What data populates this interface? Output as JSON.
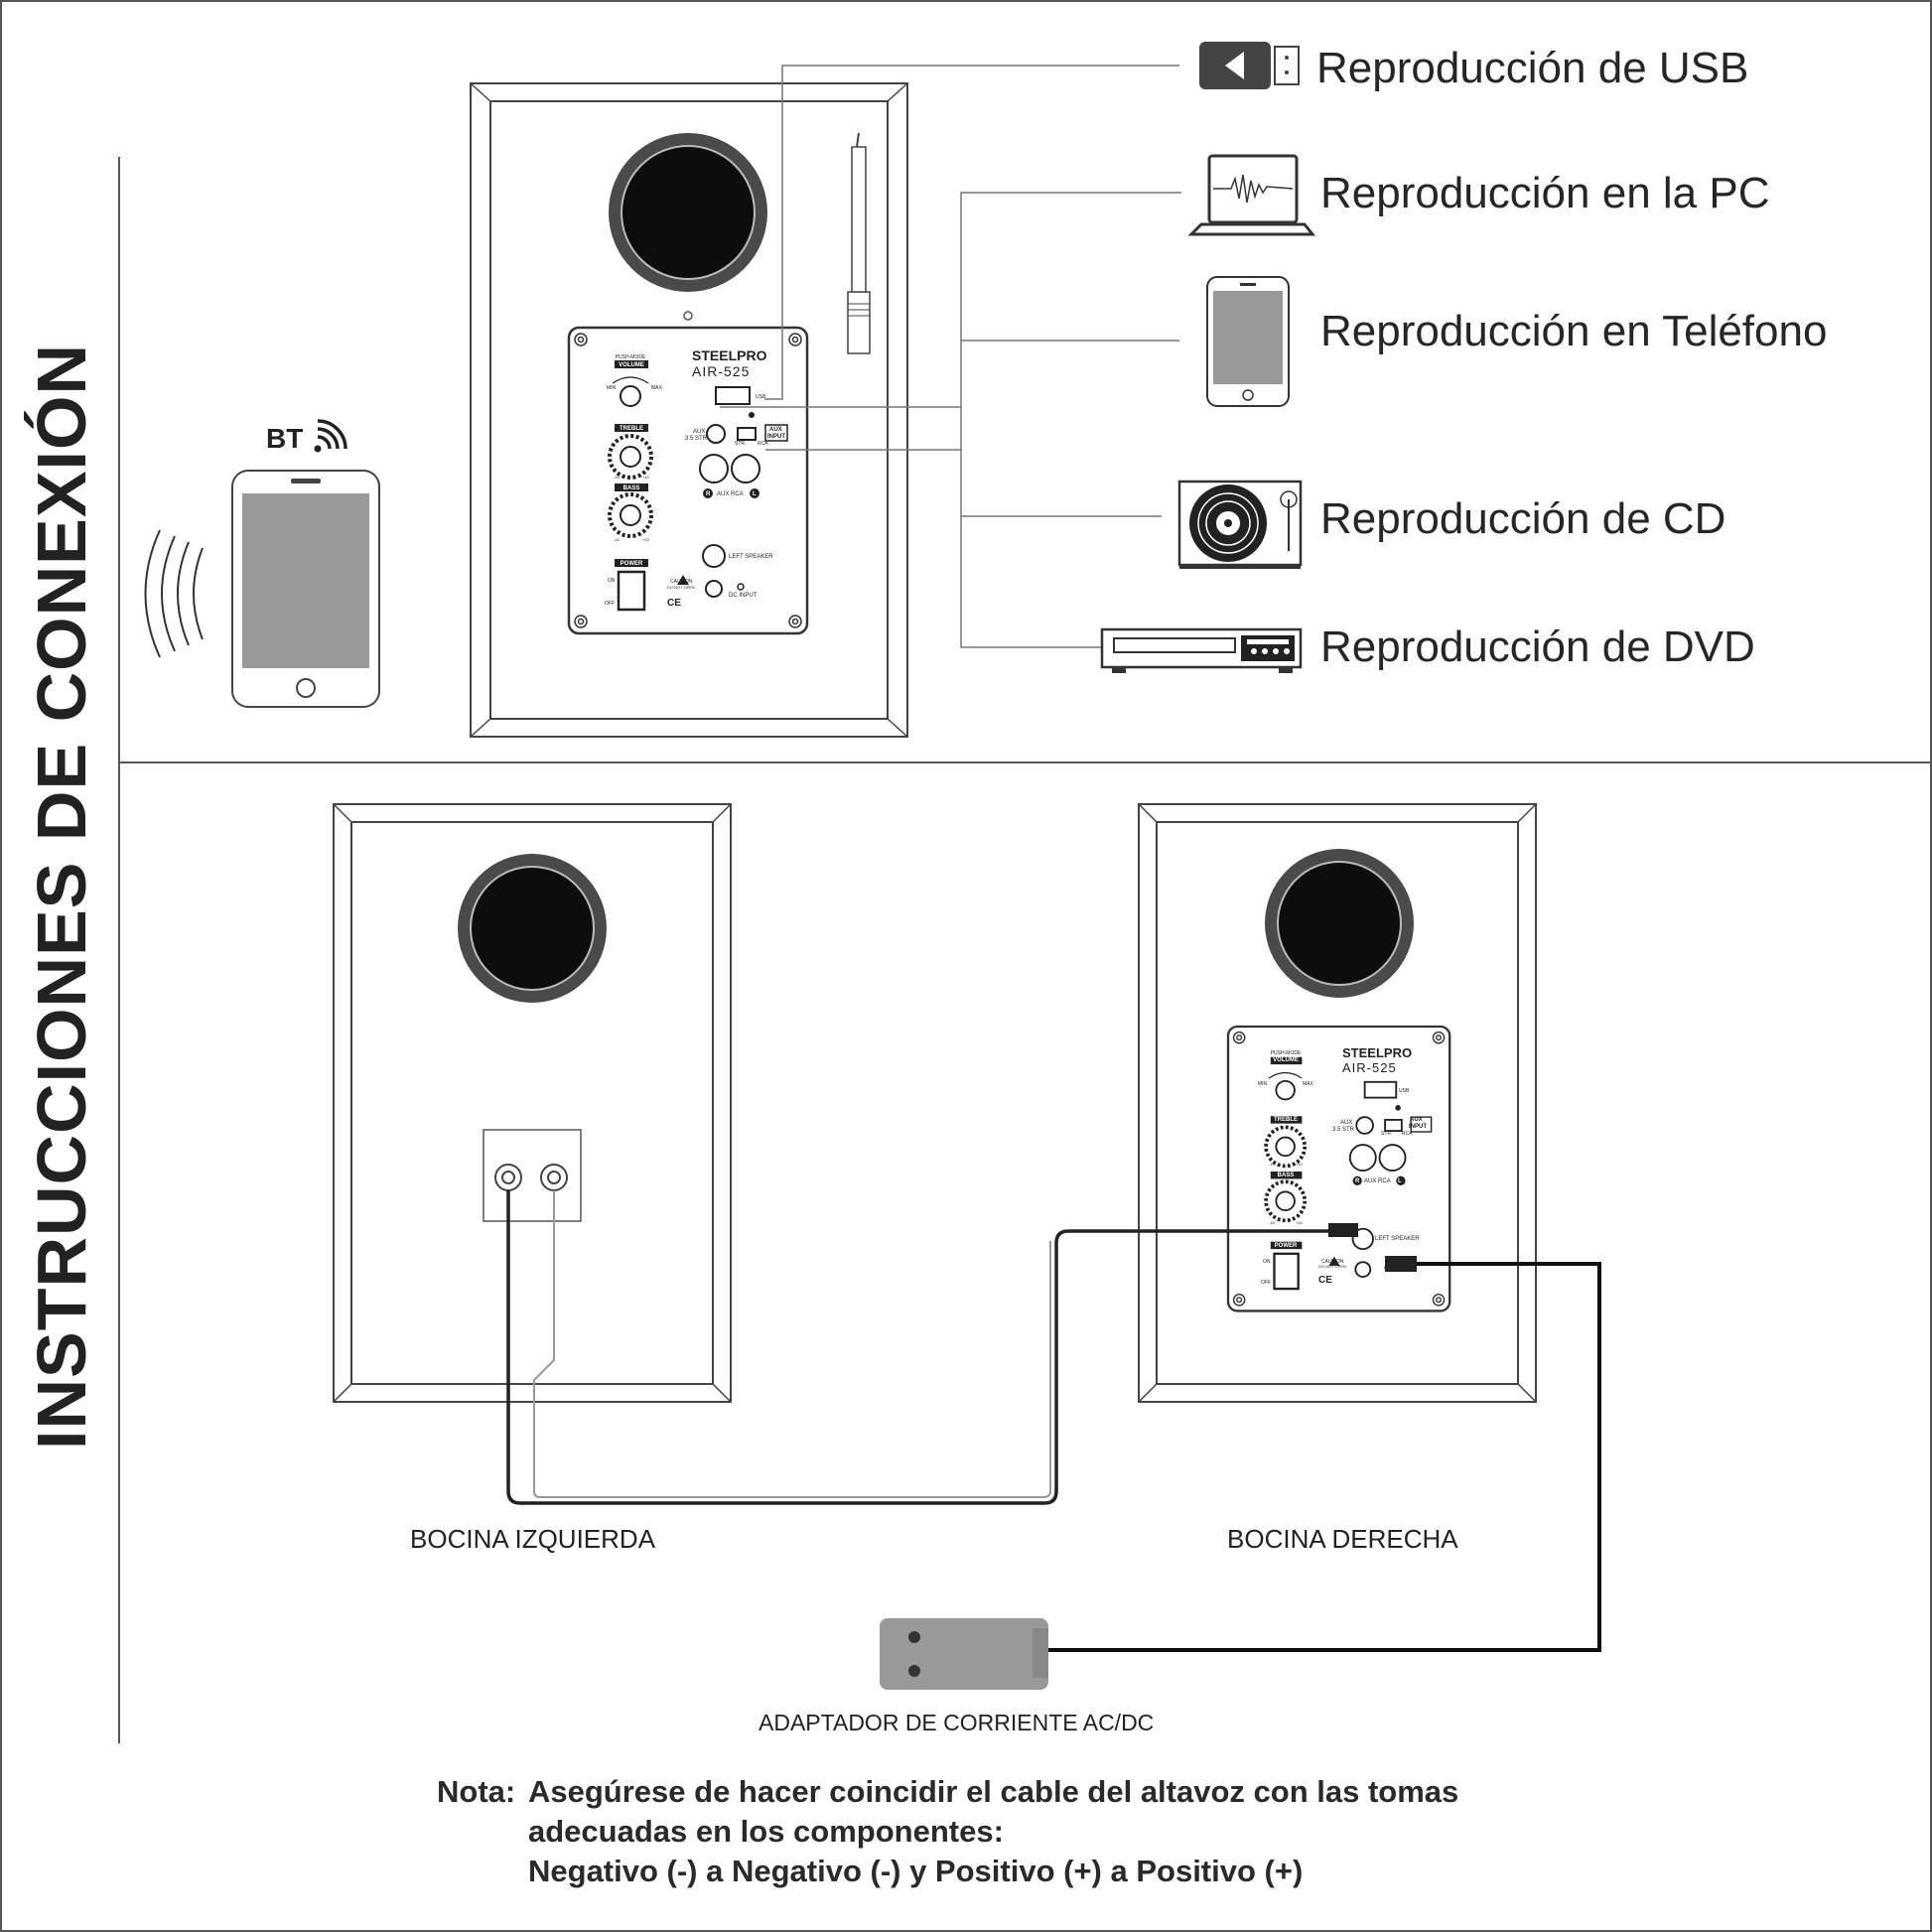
{
  "title": "INSTRUCCIONES DE CONEXIÓN",
  "bt_label": "BT",
  "sources": [
    {
      "label": "Reproducción de USB",
      "icon": "usb-drive-icon"
    },
    {
      "label": "Reproducción en la PC",
      "icon": "laptop-icon"
    },
    {
      "label": "Reproducción en Teléfono",
      "icon": "phone-icon"
    },
    {
      "label": "Reproducción de CD",
      "icon": "turntable-icon"
    },
    {
      "label": "Reproducción de DVD",
      "icon": "dvd-player-icon"
    }
  ],
  "panel": {
    "brand": "STEELPRO",
    "model": "AIR-525",
    "push_mode": "PUSH-MODE",
    "volume": "VOLUME",
    "min": "MIN",
    "max": "MAX",
    "treble": "TREBLE",
    "bass": "BASS",
    "range_min": "-15",
    "range_max": "+10",
    "usb": "USB",
    "aux_35": "AUX",
    "aux_35_sub": "3.5 STR",
    "str": "STR",
    "rca": "RCA",
    "aux_input_1": "AUX",
    "aux_input_2": "INPUT",
    "r": "R",
    "l": "L",
    "aux_rca": "AUX RCA",
    "left_speaker": "LEFT SPEAKER",
    "dc_input": "DC INPUT",
    "power": "POWER",
    "on": "ON",
    "off": "OFF",
    "caution": "CAUTION",
    "caution_sub": "DO NOT OPEN",
    "ce": "CE"
  },
  "labels": {
    "left_speaker": "BOCINA IZQUIERDA",
    "right_speaker": "BOCINA DERECHA",
    "adapter": "ADAPTADOR DE CORRIENTE AC/DC"
  },
  "note": {
    "prefix": "Nota:",
    "line1": "Asegúrese de hacer coincidir el cable del altavoz con las tomas",
    "line2": "adecuadas en los componentes:",
    "line3": "Negativo (-) a Negativo (-) y Positivo (+) a Positivo (+)"
  }
}
